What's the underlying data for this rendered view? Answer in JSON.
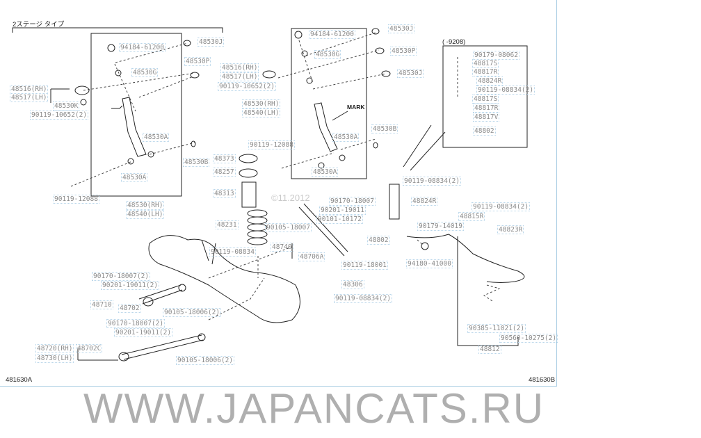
{
  "diagram": {
    "title": "2ステージ タイプ",
    "date_range": "(     -9208)",
    "mark_label": "MARK",
    "watermark": "WWW.JAPANCATS.RU",
    "copyright": "©11.2012",
    "code_left": "481630A",
    "code_right": "481630B"
  },
  "labels": [
    "94184-61200",
    "48530J",
    "48530P",
    "48530G",
    "48516(RH)",
    "48517(LH)",
    "48530K",
    "90119-10652(2)",
    "48530A",
    "48530B",
    "48530A",
    "90119-12088",
    "48530(RH)",
    "48540(LH)",
    "94184-61200",
    "48530J",
    "48530G",
    "48530P",
    "48530J",
    "48516(RH)",
    "48517(LH)",
    "90119-10652(2)",
    "48530(RH)",
    "48540(LH)",
    "48530B",
    "48530A",
    "90119-12088",
    "48373",
    "48257",
    "48530A",
    "48313",
    "90119-08834(2)",
    "90179-08062",
    "48817S",
    "48817R",
    "48824R",
    "90119-08834(2)",
    "48817S",
    "48817R",
    "48817V",
    "48802",
    "48231",
    "90170-18007",
    "90201-19011",
    "90105-18007",
    "90101-10172",
    "48740",
    "48706A",
    "90119-08834",
    "48802",
    "90119-18001",
    "48306",
    "90119-08834(2)",
    "48824R",
    "90119-08834(2)",
    "48815R",
    "90179-14019",
    "48823R",
    "94180-41000",
    "90385-11021(2)",
    "90560-10275(2)",
    "48812",
    "90170-18007(2)",
    "90201-19011(2)",
    "48710",
    "48702",
    "90105-18006(2)",
    "90170-18007(2)",
    "90201-19011(2)",
    "48720(RH)",
    "48730(LH)",
    "48702C",
    "90105-18006(2)"
  ]
}
